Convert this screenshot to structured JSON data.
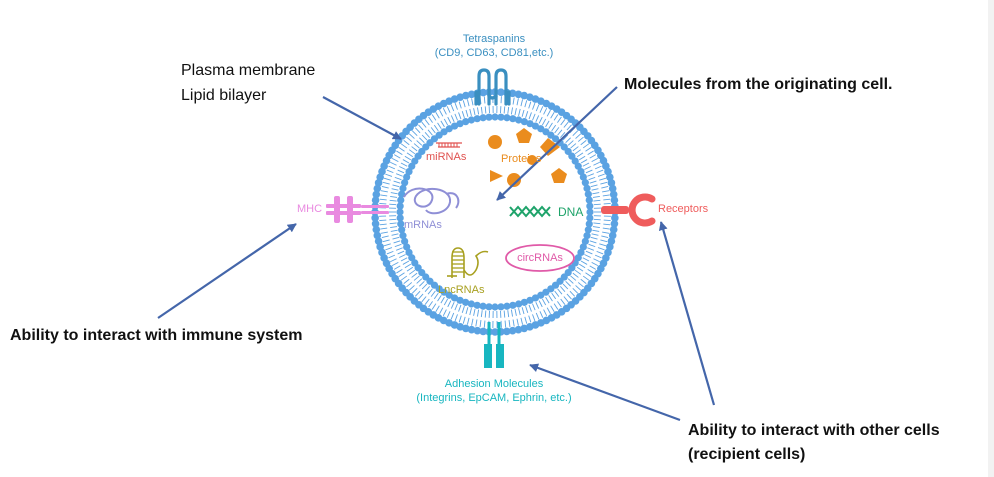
{
  "labels": {
    "plasma_membrane": "Plasma membrane",
    "lipid_bilayer": "Lipid bilayer",
    "tetraspanins_title": "Tetraspanins",
    "tetraspanins_list": "(CD9, CD63, CD81,etc.)",
    "molecules_origin": "Molecules from the originating cell.",
    "mirnas": "miRNAs",
    "proteins": "Proteins",
    "mhc": "MHC",
    "mrnas": "mRNAs",
    "dna": "DNA",
    "receptors": "Receptors",
    "circrnas": "circRNAs",
    "lncrnas": "LncRNAs",
    "immune": "Ability to interact with immune system",
    "adhesion_title": "Adhesion Molecules",
    "adhesion_list": "(Integrins, EpCAM, Ephrin, etc.)",
    "other_cells_1": "Ability to interact with other cells",
    "other_cells_2": "(recipient cells)"
  },
  "colors": {
    "membrane": "#5aa2e2",
    "arrow": "#4466aa",
    "tetraspanin": "#3a8fc0",
    "mirna": "#e0524f",
    "protein": "#ea8c1e",
    "mhc": "#e98ae0",
    "mrna": "#8f8fd6",
    "dna": "#1ea36a",
    "receptor": "#ef5c5c",
    "circrna": "#e05aa8",
    "lncrna": "#a8a020",
    "adhesion": "#18b6c0"
  }
}
